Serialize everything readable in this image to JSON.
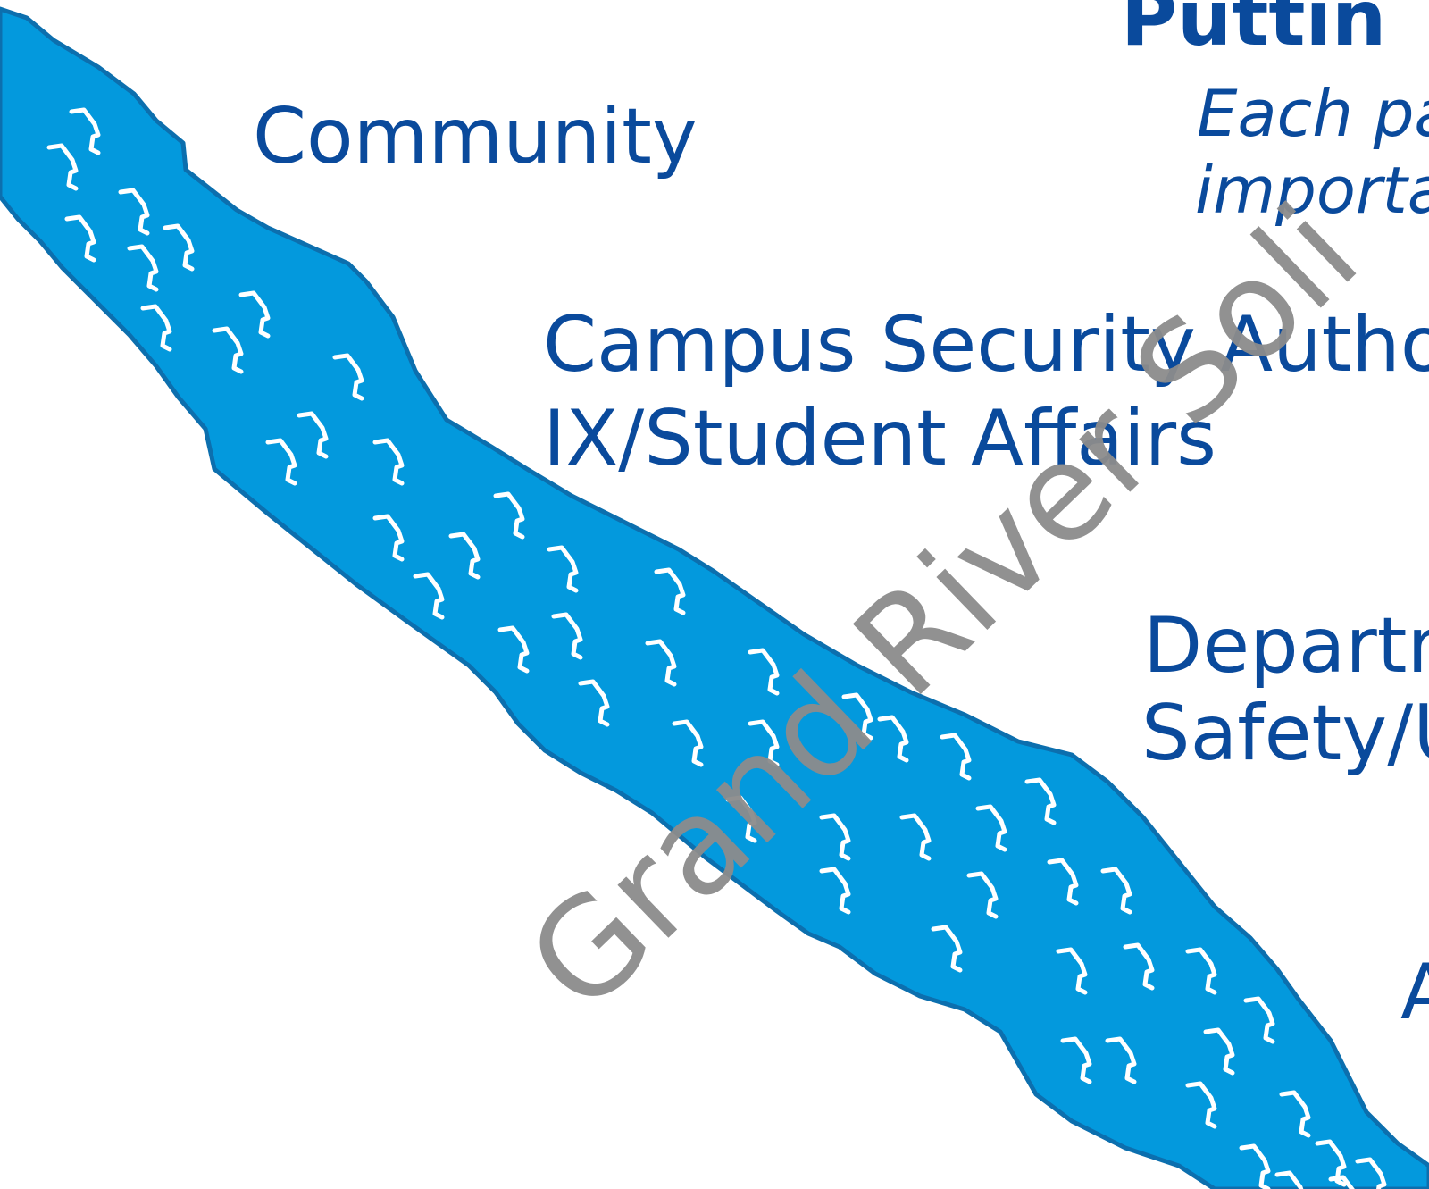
{
  "title": "Puttin",
  "subtitle_lines": [
    "Each pa",
    "importa"
  ],
  "nodes": {
    "community": "Community",
    "campus_security": [
      "Campus Security Autho",
      "IX/Student Affairs"
    ],
    "department": [
      "Departm",
      "Safety/U"
    ],
    "bottom_partial": "A"
  },
  "watermark": "Grand River Soli",
  "colors": {
    "river_fill": "#0399dd",
    "river_outline": "#0c6fae",
    "text": "#0a4a9c",
    "watermark": "#8c8c8c",
    "ripples": "#ffffff"
  },
  "icons": [
    "river-illustration",
    "water-ripple-icon"
  ]
}
